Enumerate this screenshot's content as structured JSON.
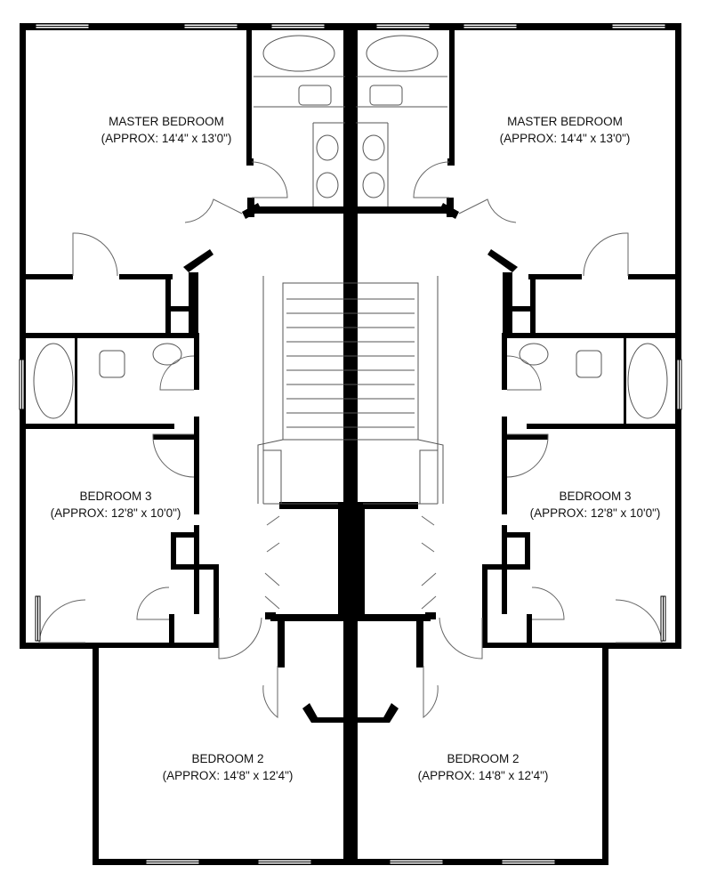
{
  "plan": {
    "wall_color": "#000000",
    "background": "#ffffff",
    "rooms": [
      {
        "name": "MASTER BEDROOM",
        "size": "(APPROX: 14'4\" x 13'0\")"
      },
      {
        "name": "MASTER BEDROOM",
        "size": "(APPROX: 14'4\" x 13'0\")"
      },
      {
        "name": "BEDROOM 3",
        "size": "(APPROX: 12'8\" x 10'0\")"
      },
      {
        "name": "BEDROOM 3",
        "size": "(APPROX: 12'8\" x 10'0\")"
      },
      {
        "name": "BEDROOM 2",
        "size": "(APPROX: 14'8\" x 12'4\")"
      },
      {
        "name": "BEDROOM 2",
        "size": "(APPROX: 14'8\" x 12'4\")"
      }
    ]
  }
}
